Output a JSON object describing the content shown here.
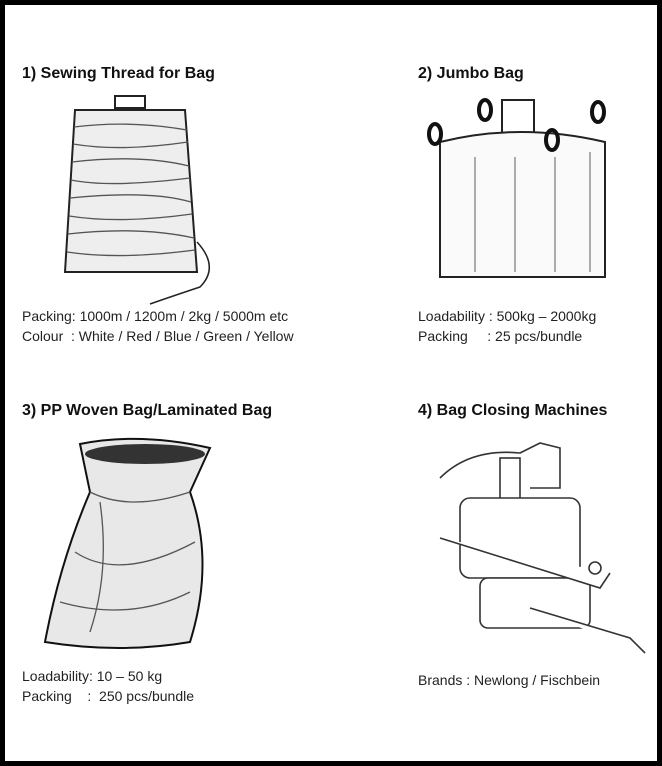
{
  "products": [
    {
      "title": "1) Sewing Thread for Bag",
      "specs": [
        "Packing: 1000m / 1200m / 2kg / 5000m etc",
        "Colour  : White / Red / Blue / Green / Yellow"
      ]
    },
    {
      "title": "2) Jumbo Bag",
      "specs": [
        "Loadability : 500kg – 2000kg",
        "Packing     : 25 pcs/bundle"
      ]
    },
    {
      "title": "3) PP Woven Bag/Laminated Bag",
      "specs": [
        "Loadability: 10 – 50 kg",
        "Packing    :  250 pcs/bundle"
      ]
    },
    {
      "title": "4) Bag Closing Machines",
      "specs": [
        "Brands : Newlong / Fischbein"
      ]
    }
  ]
}
